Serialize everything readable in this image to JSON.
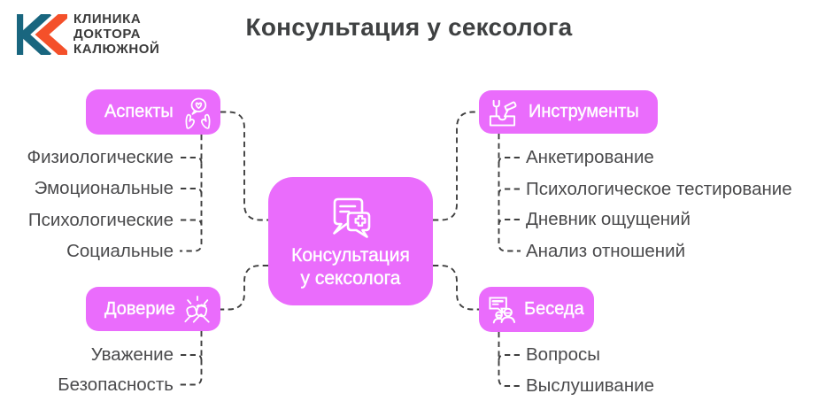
{
  "page": {
    "title": "Консультация у сексолога",
    "background": "#ffffff"
  },
  "logo": {
    "brand_text": "КЛИНИКА\nДОКТОРА\nКАЛЮЖНОЙ",
    "mark_letters": "КК",
    "teal": "#19667f",
    "orange": "#f4502a"
  },
  "colors": {
    "node_fill": "#ea6cfc",
    "node_text": "#ffffff",
    "item_text": "#4a4a4c",
    "connector": "#3f3f3f",
    "title_text": "#3f4142"
  },
  "center_node": {
    "label": "Консультация\nу сексолога",
    "icon": "chat-medical-icon"
  },
  "branches": [
    {
      "id": "aspects",
      "label": "Аспекты",
      "icon": "hands-heart-icon",
      "side": "left",
      "items": [
        "Физиологические",
        "Эмоциональные",
        "Психологические",
        "Социальные"
      ]
    },
    {
      "id": "tools",
      "label": "Инструменты",
      "icon": "toolbox-icon",
      "side": "right",
      "items": [
        "Анкетирование",
        "Психологическое тестирование",
        "Дневник ощущений",
        "Анализ отношений"
      ]
    },
    {
      "id": "trust",
      "label": "Доверие",
      "icon": "fist-bump-icon",
      "side": "left",
      "items": [
        "Уважение",
        "Безопасность"
      ]
    },
    {
      "id": "talk",
      "label": "Беседа",
      "icon": "people-speech-icon",
      "side": "right",
      "items": [
        "Вопросы",
        "Выслушивание"
      ]
    }
  ]
}
